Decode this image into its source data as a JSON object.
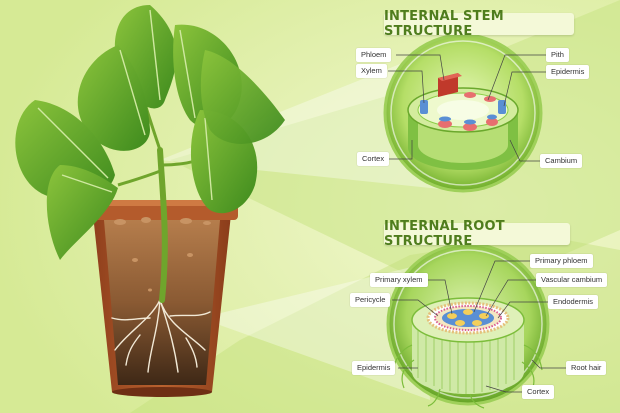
{
  "stem_panel": {
    "title": "INTERNAL STEM STRUCTURE",
    "labels": {
      "phloem": "Phloem",
      "xylem": "Xylem",
      "pith": "Pith",
      "epidermis": "Epidermis",
      "cortex": "Cortex",
      "cambium": "Cambium"
    }
  },
  "root_panel": {
    "title": "INTERNAL ROOT STRUCTURE",
    "labels": {
      "primary_xylem": "Primary xylem",
      "primary_phloem": "Primary phloem",
      "vascular_cambium": "Vascular cambium",
      "pericycle": "Pericycle",
      "endodermis": "Endodermis",
      "epidermis": "Epidermis",
      "root_hair": "Root hair",
      "cortex": "Cortex"
    }
  },
  "colors": {
    "background_light": "#e7f2b4",
    "background_dark": "#b6d96a",
    "leaf_green": "#3f8a1f",
    "pot_brown": "#a9552a",
    "soil": "#8a5a33"
  }
}
